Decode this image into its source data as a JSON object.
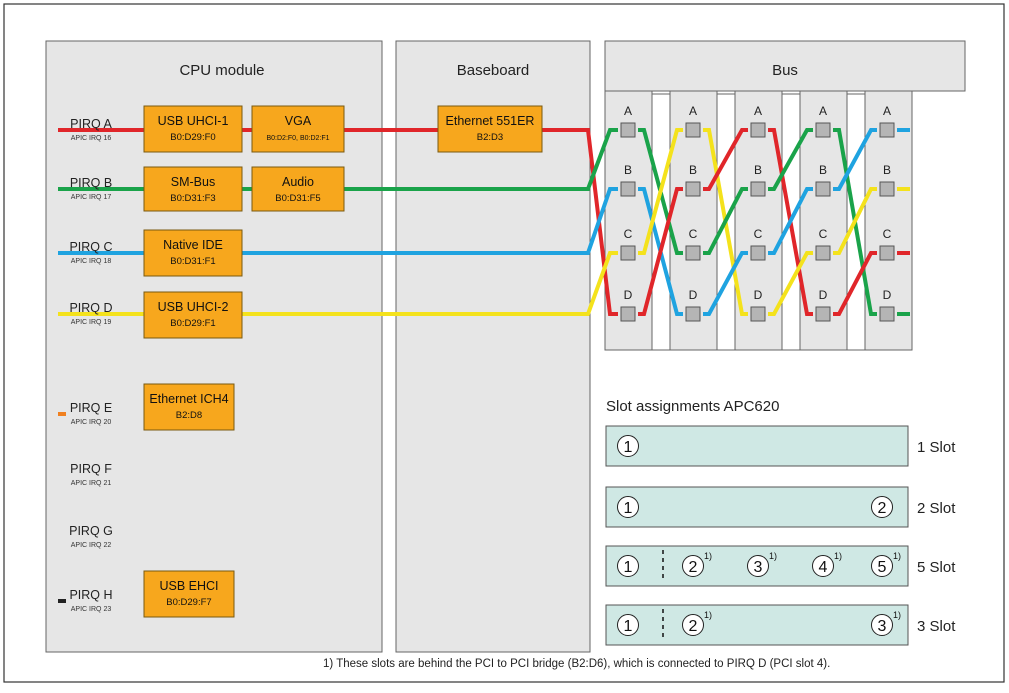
{
  "panels": {
    "cpu": "CPU module",
    "baseboard": "Baseboard",
    "bus": "Bus"
  },
  "pirqs": [
    {
      "name": "PIRQ A",
      "apic": "APIC IRQ 16",
      "color": "#e0262a"
    },
    {
      "name": "PIRQ B",
      "apic": "APIC IRQ 17",
      "color": "#1aa34a"
    },
    {
      "name": "PIRQ C",
      "apic": "APIC IRQ 18",
      "color": "#1fa3e0"
    },
    {
      "name": "PIRQ D",
      "apic": "APIC IRQ 19",
      "color": "#f4e21c"
    },
    {
      "name": "PIRQ E",
      "apic": "APIC IRQ 20",
      "color": "#f08020"
    },
    {
      "name": "PIRQ F",
      "apic": "APIC IRQ 21",
      "color": ""
    },
    {
      "name": "PIRQ G",
      "apic": "APIC IRQ 22",
      "color": ""
    },
    {
      "name": "PIRQ H",
      "apic": "APIC IRQ 23",
      "color": "#222222"
    }
  ],
  "devices": [
    {
      "name": "USB UHCI-1",
      "addr": "B0:D29:F0"
    },
    {
      "name": "VGA",
      "addr": "B0:D2:F0, B0:D2:F1"
    },
    {
      "name": "SM-Bus",
      "addr": "B0:D31:F3"
    },
    {
      "name": "Audio",
      "addr": "B0:D31:F5"
    },
    {
      "name": "Native IDE",
      "addr": "B0:D31:F1"
    },
    {
      "name": "USB UHCI-2",
      "addr": "B0:D29:F1"
    },
    {
      "name": "Ethernet ICH4",
      "addr": "B2:D8"
    },
    {
      "name": "USB EHCI",
      "addr": "B0:D29:F7"
    },
    {
      "name": "Ethernet 551ER",
      "addr": "B2:D3"
    }
  ],
  "bus_pins": [
    "A",
    "B",
    "C",
    "D"
  ],
  "slot_assignments": {
    "title": "Slot assignments APC620",
    "rows": [
      {
        "label": "1 Slot",
        "slots": [
          "1"
        ]
      },
      {
        "label": "2 Slot",
        "slots": [
          "1",
          "2"
        ]
      },
      {
        "label": "5 Slot",
        "slots": [
          "1",
          "2",
          "3",
          "4",
          "5"
        ]
      },
      {
        "label": "3 Slot",
        "slots": [
          "1",
          "2",
          "3"
        ]
      }
    ],
    "footnote_mark": "1)"
  },
  "footnote": "1) These slots are behind the PCI to PCI bridge (B2:D6), which is connected to PIRQ D (PCI slot 4).",
  "colors": {
    "panel_fill": "#e6e6e6",
    "device_fill": "#f7a71d",
    "slot_fill": "#cfe8e4",
    "red": "#e0262a",
    "green": "#1aa34a",
    "blue": "#1fa3e0",
    "yellow": "#f4e21c"
  }
}
